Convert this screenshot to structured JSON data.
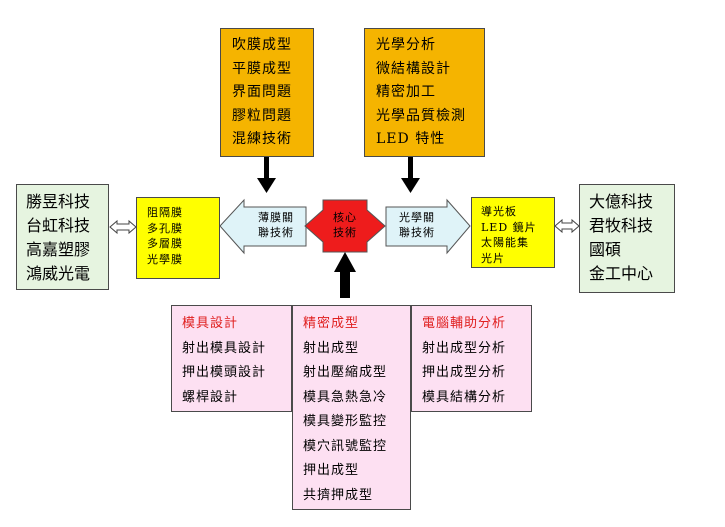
{
  "top_left_box": {
    "items": [
      "吹膜成型",
      "平膜成型",
      "界面問題",
      "膠粒問題",
      "混練技術"
    ]
  },
  "top_right_box": {
    "items": [
      "光學分析",
      "微結構設計",
      "精密加工",
      "光學品質檢測",
      "LED 特性"
    ]
  },
  "left_company_box": {
    "items": [
      "勝昱科技",
      "台虹科技",
      "高嘉塑膠",
      "鴻威光電"
    ]
  },
  "right_company_box": {
    "items": [
      "大億科技",
      "君牧科技",
      "國碩",
      "金工中心"
    ]
  },
  "left_film_box": {
    "items": [
      "阻隔膜",
      "多孔膜",
      "多層膜",
      "光學膜"
    ]
  },
  "right_optic_box": {
    "items": [
      "導光板",
      "LED  鏡片",
      "太陽能集",
      "光片"
    ]
  },
  "film_tech_arrow": {
    "lines": [
      "薄膜關",
      "聯技術"
    ]
  },
  "core_tech_arrow": {
    "lines": [
      "核心",
      "技術"
    ]
  },
  "optic_tech_arrow": {
    "lines": [
      "光學關",
      "聯技術"
    ]
  },
  "mold_design_box": {
    "items": [
      "模具設計",
      "射出模具設計",
      "押出模頭設計",
      "螺桿設計"
    ]
  },
  "precision_molding_box": {
    "items": [
      "精密成型",
      "射出成型",
      "射出壓縮成型",
      "模具急熱急冷",
      "模具變形監控",
      "模穴訊號監控",
      "押出成型",
      "共擠押成型"
    ]
  },
  "cae_box": {
    "items": [
      "電腦輔助分析",
      "射出成型分析",
      "押出成型分析",
      "模具結構分析"
    ]
  },
  "colors": {
    "orange": "#f5b400",
    "green": "#e6f4e0",
    "yellow": "#ffff00",
    "pink": "#fde0f2",
    "light_blue": "#dff3f8",
    "core_red": "#ee1c1c",
    "heading_red": "#e02020"
  }
}
